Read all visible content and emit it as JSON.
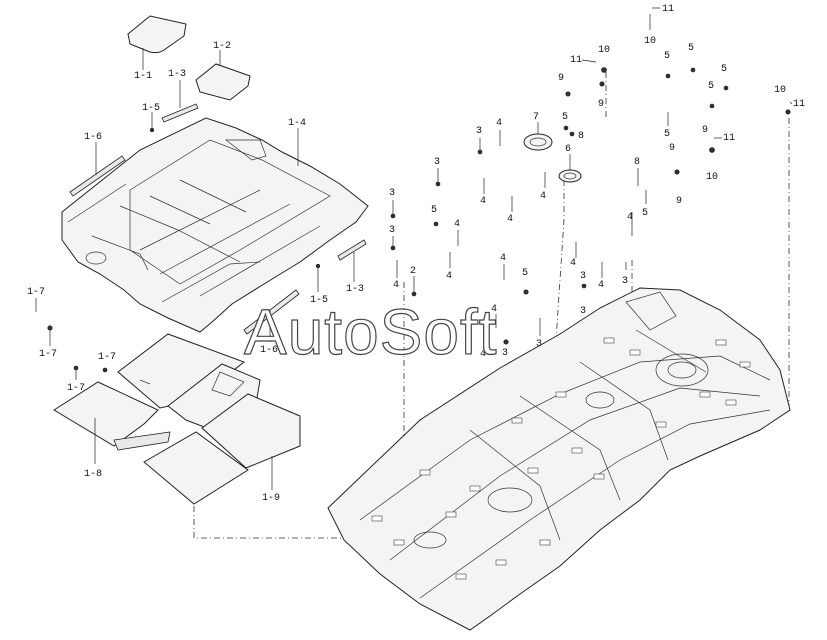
{
  "watermark": "AutoSoft",
  "labels": {
    "p1_1": "1-1",
    "p1_2": "1-2",
    "p1_3a": "1-3",
    "p1_3b": "1-3",
    "p1_4": "1-4",
    "p1_5a": "1-5",
    "p1_5b": "1-5",
    "p1_6a": "1-6",
    "p1_6b": "1-6",
    "p1_7a": "1-7",
    "p1_7b": "1-7",
    "p1_7c": "1-7",
    "p1_7d": "1-7",
    "p1_8": "1-8",
    "p1_9": "1-9",
    "n2": "2",
    "n3": "3",
    "n4": "4",
    "n5": "5",
    "n6": "6",
    "n7": "7",
    "n8": "8",
    "n9": "9",
    "n10": "10",
    "n11": "11"
  }
}
